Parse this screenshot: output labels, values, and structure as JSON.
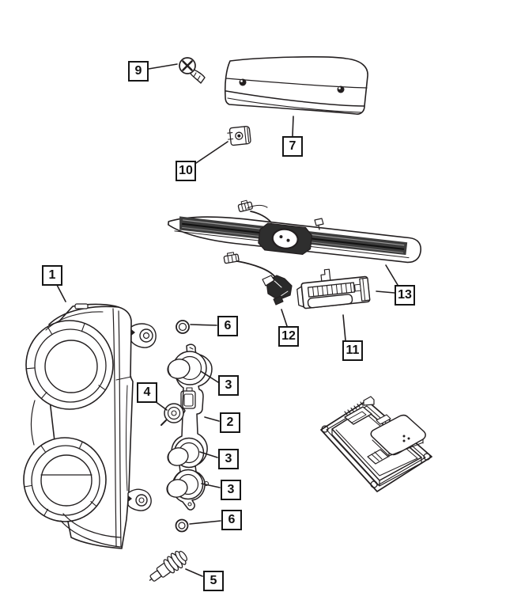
{
  "canvas": {
    "background": "#ffffff",
    "line_color": "#231f20"
  },
  "diagram_type": "exploded-parts-diagram",
  "callouts": [
    {
      "part": "mounting-screw",
      "label": "9"
    },
    {
      "part": "trim-bezel",
      "label": "7"
    },
    {
      "part": "spring-clip",
      "label": "10"
    },
    {
      "part": "headlamp-assembly",
      "label": "1"
    },
    {
      "part": "grille-light-bar",
      "label": "13"
    },
    {
      "part": "wiring-harness",
      "label": "12"
    },
    {
      "part": "lamp-unit",
      "label": "11"
    },
    {
      "part": "o-ring-upper",
      "label": "6"
    },
    {
      "part": "bulb-upper",
      "label": "3"
    },
    {
      "part": "side-bulb",
      "label": "4"
    },
    {
      "part": "bulb-socket-plate",
      "label": "2"
    },
    {
      "part": "bulb-middle",
      "label": "3"
    },
    {
      "part": "bulb-lower",
      "label": "3"
    },
    {
      "part": "o-ring-lower",
      "label": "6"
    },
    {
      "part": "bulb-and-socket",
      "label": "5"
    }
  ],
  "colors": {
    "grille_dark": "#3d3d3d",
    "emblem_pod": "#2e2e2e",
    "harness_socket": "#2a2a2a"
  }
}
